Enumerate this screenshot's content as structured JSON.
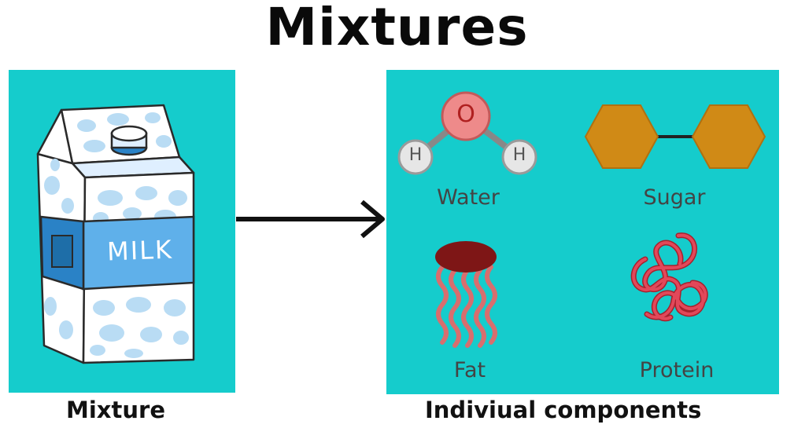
{
  "title": "Mixtures",
  "captions": {
    "mixture": "Mixture",
    "components": "Indiviual components"
  },
  "milk_carton": {
    "label": "MILK"
  },
  "components": {
    "water": {
      "label": "Water",
      "atoms": {
        "oxygen": "O",
        "hydrogen_left": "H",
        "hydrogen_right": "H"
      }
    },
    "sugar": {
      "label": "Sugar"
    },
    "fat": {
      "label": "Fat"
    },
    "protein": {
      "label": "Protein"
    }
  },
  "colors": {
    "panel": "#15cccc",
    "carton_blue": "#3a90d6",
    "oxygen": "#ee8a8a",
    "hydrogen": "#e6e6e6",
    "sugar": "#d08a16",
    "fat_head": "#7e1616",
    "fat_tail": "#d86e6e",
    "protein": "#d63a48"
  }
}
